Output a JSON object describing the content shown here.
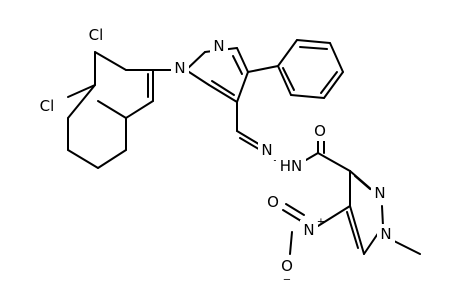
{
  "atoms": {
    "cl_top": "Cl",
    "cl_left": "Cl",
    "n_pyr1_a": "N",
    "n_pyr1_b": "N",
    "n_hyd_1": "N",
    "n_hyd_2": "HN",
    "o_carbonyl": "O",
    "n_pyr2_a": "N",
    "n_pyr2_b": "N",
    "n_nitro": "N",
    "o_nitro_1": "O",
    "o_nitro_2": "O"
  },
  "charges": {
    "n_nitro": "+",
    "o_nitro_2": "−"
  }
}
